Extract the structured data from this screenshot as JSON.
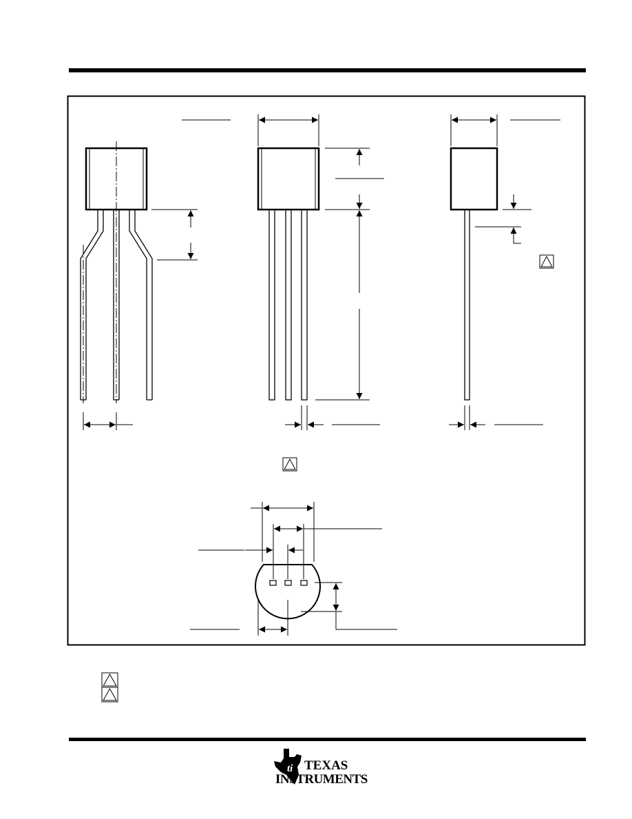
{
  "page": {
    "background": "#ffffff",
    "ink_color": "#000000"
  },
  "diagram": {
    "views": [
      "left-side-view",
      "front-view",
      "right-side-view",
      "bottom-view"
    ],
    "note_markers": [
      "triangle-marker"
    ]
  },
  "footer": {
    "logo_icon": "ti-logo-icon",
    "logo_line1": "TEXAS",
    "logo_line2": "INSTRUMENTS"
  }
}
